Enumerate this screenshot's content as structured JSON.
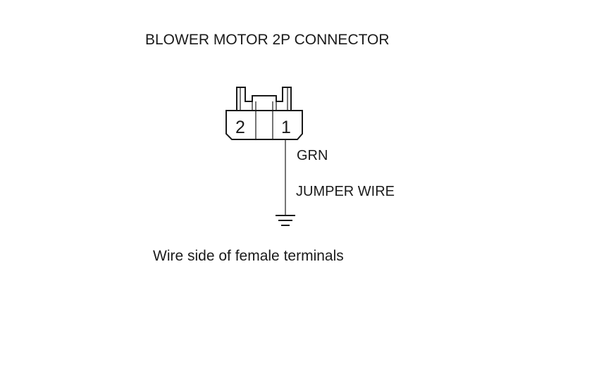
{
  "diagram": {
    "title": "BLOWER MOTOR 2P CONNECTOR",
    "connector": {
      "pins": [
        {
          "label": "2"
        },
        {
          "label": "1"
        }
      ]
    },
    "wire_color_label": "GRN",
    "jumper_label": "JUMPER WIRE",
    "ground_symbol": "ground-icon",
    "caption": "Wire side of female terminals",
    "colors": {
      "line": "#1a1a1a",
      "background": "#ffffff"
    }
  }
}
